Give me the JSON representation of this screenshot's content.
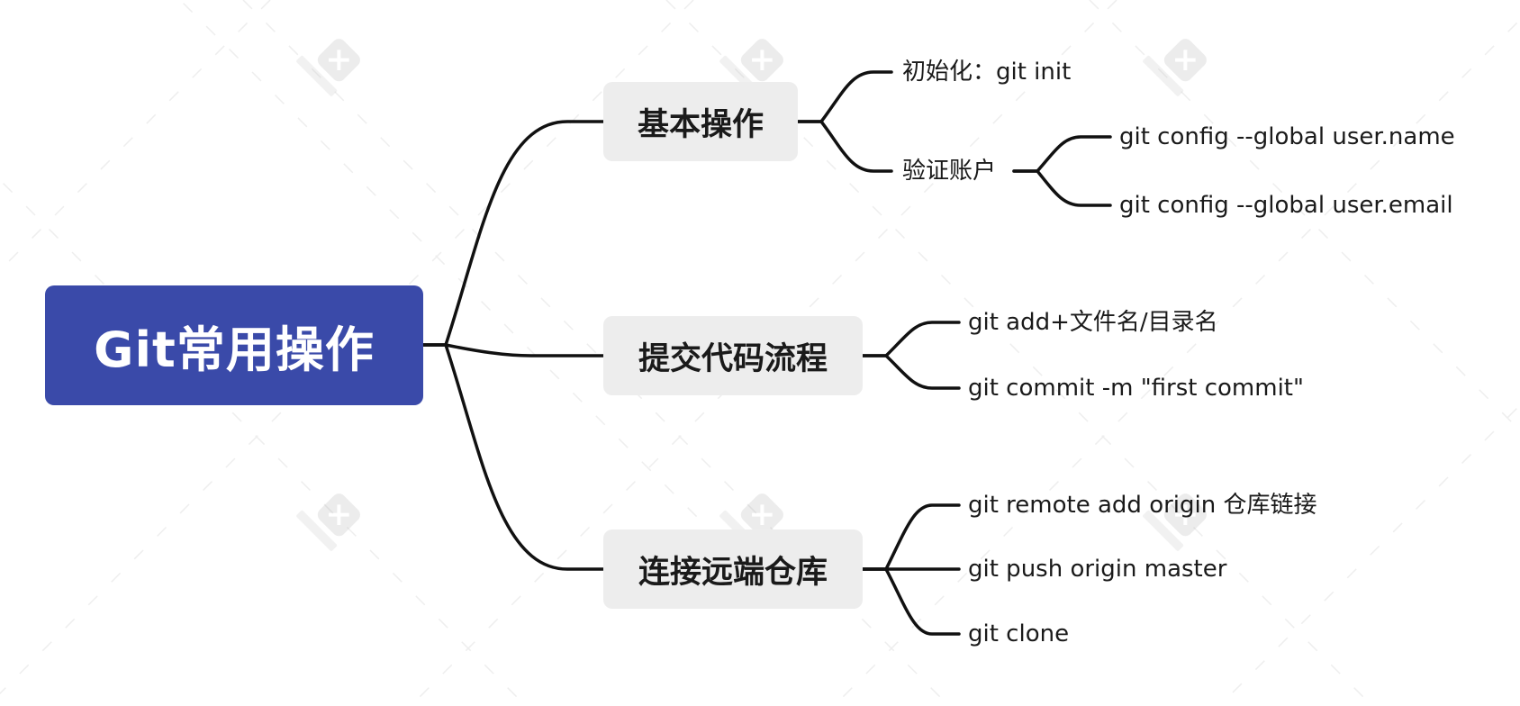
{
  "mindmap": {
    "central": "Git常用操作",
    "branches": [
      {
        "label": "基本操作",
        "children": [
          {
            "label": "初始化：git init"
          },
          {
            "label": "验证账户",
            "children": [
              {
                "label": "git config --global user.name"
              },
              {
                "label": "git config --global user.email"
              }
            ]
          }
        ]
      },
      {
        "label": "提交代码流程",
        "children": [
          {
            "label": "git add+文件名/目录名"
          },
          {
            "label": "git commit -m \"first commit\""
          }
        ]
      },
      {
        "label": "连接远端仓库",
        "children": [
          {
            "label": "git remote add origin 仓库链接"
          },
          {
            "label": "git push origin master"
          },
          {
            "label": "git clone"
          }
        ]
      }
    ]
  },
  "colors": {
    "central_fill": "#3a4aa9",
    "topic_fill": "#ededed",
    "line": "#111111",
    "watermark": "#d9d9d9"
  },
  "watermark_brand": "XMind"
}
